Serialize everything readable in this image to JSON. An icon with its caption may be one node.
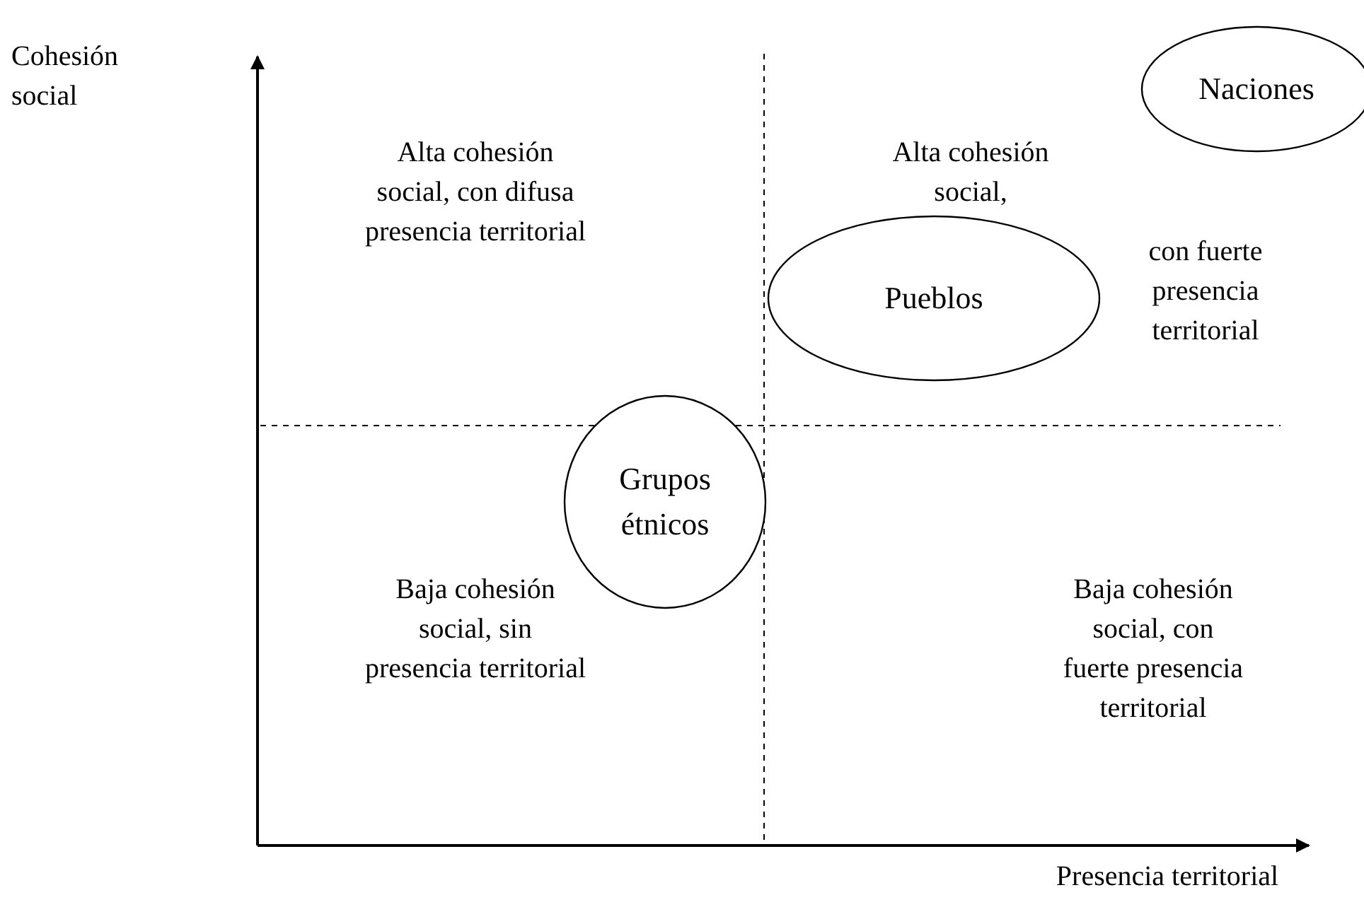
{
  "diagram": {
    "nodes": [
      {
        "text": [
          "Naciones"
        ]
      },
      {
        "text": [
          "Pueblos"
        ]
      },
      {
        "text": [
          "Grupos étnicos"
        ]
      }
    ],
    "edges": [],
    "labels": [
      "Cohesión social",
      "Alta cohesión social, con difusa presencia territorial",
      "Alta cohesión social,",
      "con fuerte presencia territorial",
      "Baja cohesión social, sin presencia territorial",
      "Baja cohesión social, con fuerte presencia territorial",
      "Presencia territorial"
    ]
  }
}
